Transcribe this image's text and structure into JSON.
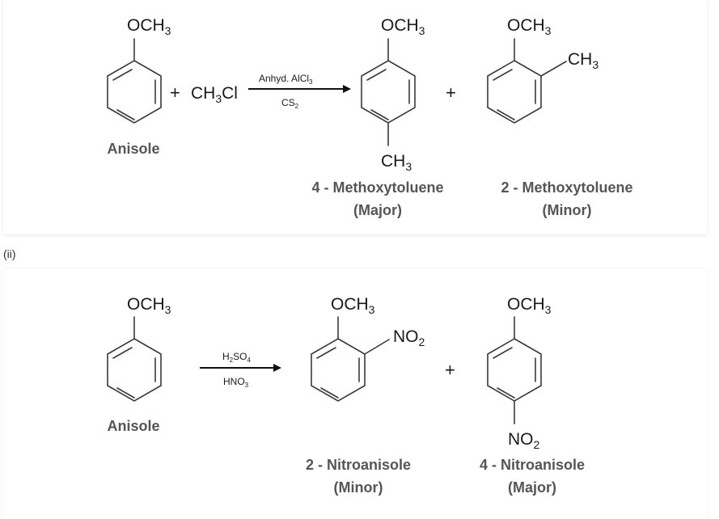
{
  "reaction_1": {
    "reactant": {
      "group": "OCH",
      "group_sub": "3",
      "name": "Anisole"
    },
    "plus_1": "+",
    "reagent_main": "CH",
    "reagent_sub": "3",
    "reagent_tail": "Cl",
    "arrow_top": "Anhyd. AlCl",
    "arrow_top_sub": "3",
    "arrow_bottom": "CS",
    "arrow_bottom_sub": "2",
    "product_major": {
      "top_group": "OCH",
      "top_sub": "3",
      "bottom_group": "CH",
      "bottom_sub": "3",
      "name": "4 - Methoxytoluene",
      "tag": "(Major)"
    },
    "plus_2": "+",
    "product_minor": {
      "top_group": "OCH",
      "top_sub": "3",
      "side_group": "CH",
      "side_sub": "3",
      "name": "2 - Methoxytoluene",
      "tag": "(Minor)"
    }
  },
  "part_label": "(ii)",
  "reaction_2": {
    "reactant": {
      "group": "OCH",
      "group_sub": "3",
      "name": "Anisole"
    },
    "arrow_top": "H",
    "arrow_top_sub1": "2",
    "arrow_top_mid": "SO",
    "arrow_top_sub2": "4",
    "arrow_bottom": "HNO",
    "arrow_bottom_sub": "3",
    "product_minor": {
      "top_group": "OCH",
      "top_sub": "3",
      "side_group": "NO",
      "side_sub": "2",
      "name": "2 - Nitroanisole",
      "tag": "(Minor)"
    },
    "plus": "+",
    "product_major": {
      "top_group": "OCH",
      "top_sub": "3",
      "bottom_group": "NO",
      "bottom_sub": "2",
      "name": "4 - Nitroanisole",
      "tag": "(Major)"
    }
  }
}
